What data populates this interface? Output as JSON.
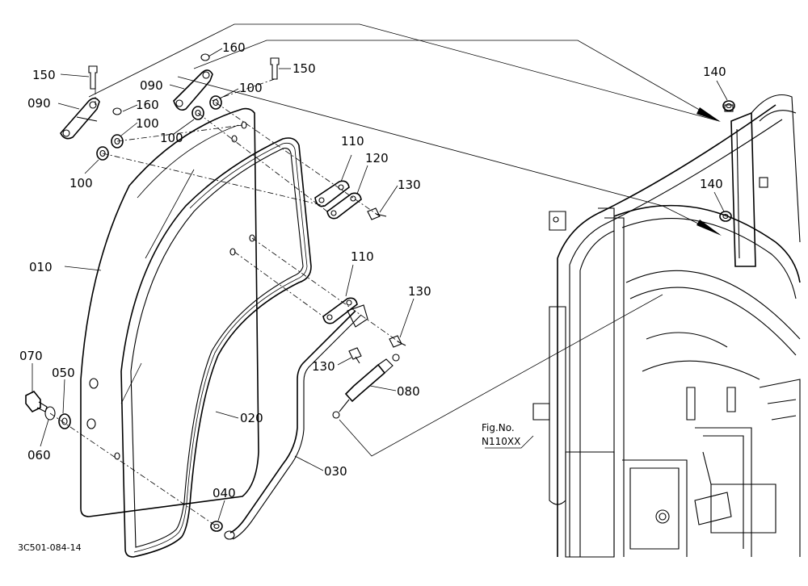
{
  "diagram": {
    "drawing_code": "3C501-084-14",
    "figure_ref_line1": "Fig.No.",
    "figure_ref_line2": "N110XX",
    "part_labels": {
      "p010": "010",
      "p020": "020",
      "p030": "030",
      "p040": "040",
      "p050": "050",
      "p060": "060",
      "p070": "070",
      "p080": "080",
      "p090a": "090",
      "p090b": "090",
      "p100a": "100",
      "p100b": "100",
      "p100c": "100",
      "p100d": "100",
      "p110a": "110",
      "p110b": "110",
      "p120": "120",
      "p130a": "130",
      "p130b": "130",
      "p130c": "130",
      "p140a": "140",
      "p140b": "140",
      "p150a": "150",
      "p150b": "150",
      "p160a": "160",
      "p160b": "160"
    }
  }
}
